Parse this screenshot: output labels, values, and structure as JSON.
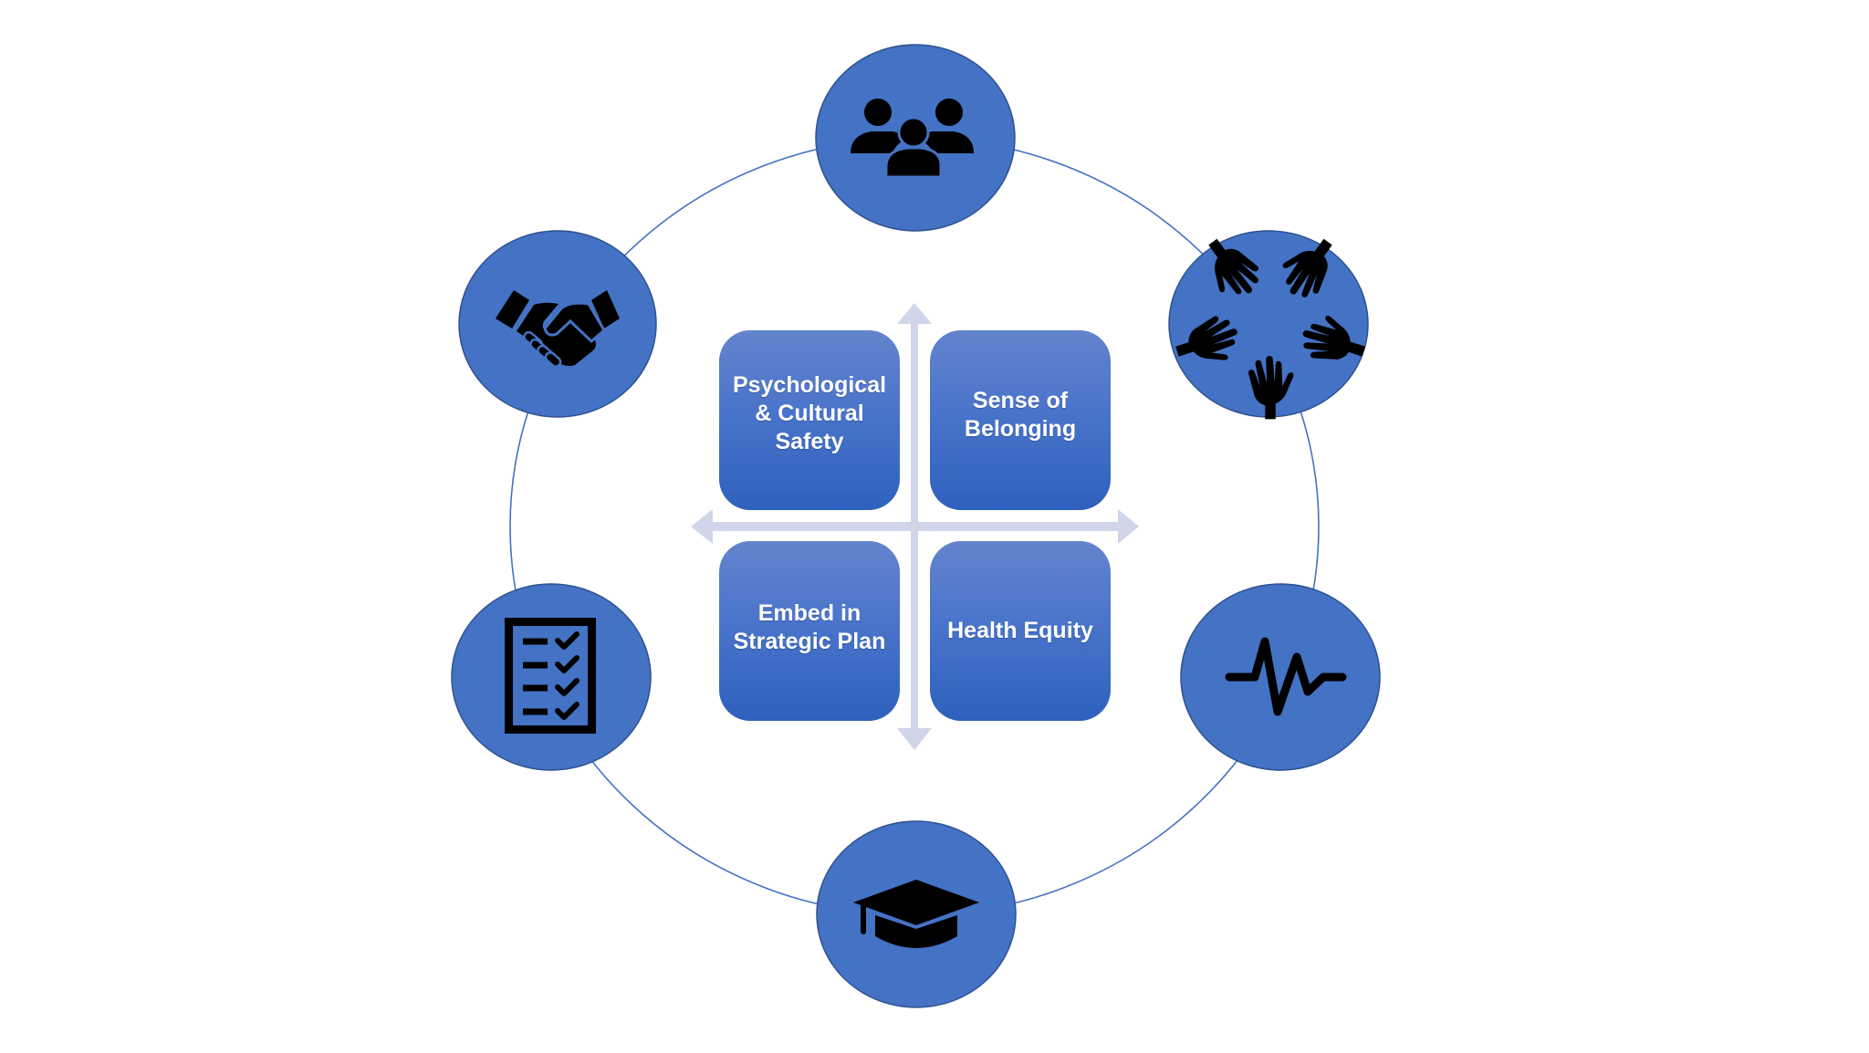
{
  "diagram": {
    "colors": {
      "circle_fill": "#4472C4",
      "circle_outline": "#2F528F",
      "ring": "#4472C4",
      "axis_arrows": "#D0D5EA",
      "box_gradient_top": "#6384CC",
      "box_gradient_bottom": "#2E61BD",
      "box_text": "#FFFFFF",
      "icon": "#000000"
    },
    "quadrants": [
      {
        "label": "Psychological\n& Cultural\nSafety"
      },
      {
        "label": "Sense of\nBelonging"
      },
      {
        "label": "Embed in\nStrategic Plan"
      },
      {
        "label": "Health Equity"
      }
    ],
    "ring_nodes": [
      {
        "position": "top",
        "icon": "people-group-icon"
      },
      {
        "position": "top-right",
        "icon": "hands-circle-icon"
      },
      {
        "position": "bottom-right",
        "icon": "heartbeat-icon"
      },
      {
        "position": "bottom",
        "icon": "graduation-cap-icon"
      },
      {
        "position": "bottom-left",
        "icon": "checklist-icon"
      },
      {
        "position": "top-left",
        "icon": "handshake-icon"
      }
    ]
  }
}
